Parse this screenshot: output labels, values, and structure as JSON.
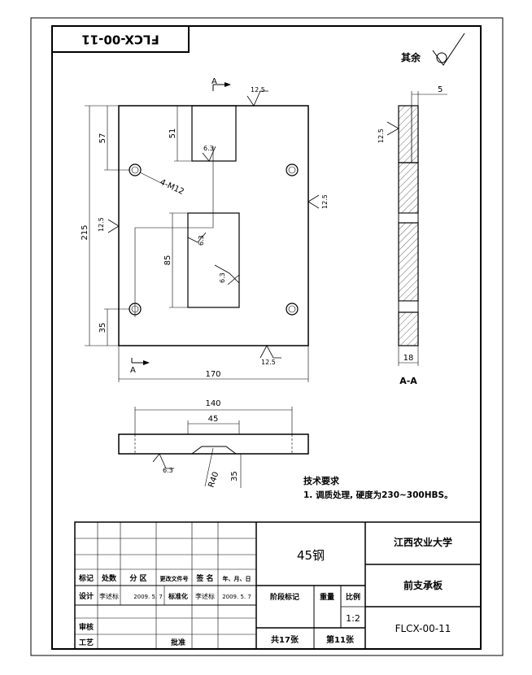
{
  "drawing_number": "FLCX-00-11",
  "roughness_rest_label": "其余",
  "section_marker": "A",
  "section_title": "A-A",
  "roughness": {
    "r125": "12.5",
    "r63": "6.3"
  },
  "dims": {
    "d57": "57",
    "d51": "51",
    "d215": "215",
    "d85": "85",
    "d35a": "35",
    "d170": "170",
    "d5": "5",
    "d18": "18",
    "d140": "140",
    "d45": "45",
    "dR40": "R40",
    "d35b": "35",
    "holes": "4-M12"
  },
  "tech": {
    "title": "技术要求",
    "item1": "1. 调质处理, 硬度为230~300HBS。"
  },
  "title_block": {
    "material": "45钢",
    "school": "江西农业大学",
    "part_name": "前支承板",
    "drawing_no": "FLCX-00-11",
    "col_mark": "标记",
    "col_count": "处数",
    "col_zone": "分 区",
    "col_doc": "更改文件号",
    "col_sign": "签 名",
    "col_date": "年、月、日",
    "designer_label": "设计",
    "designer": "李述标",
    "design_date": "2009. 5. 7",
    "std_label": "标准化",
    "std_name": "李述标",
    "std_date": "2009. 5. 7",
    "stage_label": "阶段标记",
    "weight_label": "重量",
    "scale_label": "比例",
    "scale": "1:2",
    "review_label": "审核",
    "process_label": "工艺",
    "approve_label": "批准",
    "total_sheets": "共17张",
    "sheet_no": "第11张"
  }
}
